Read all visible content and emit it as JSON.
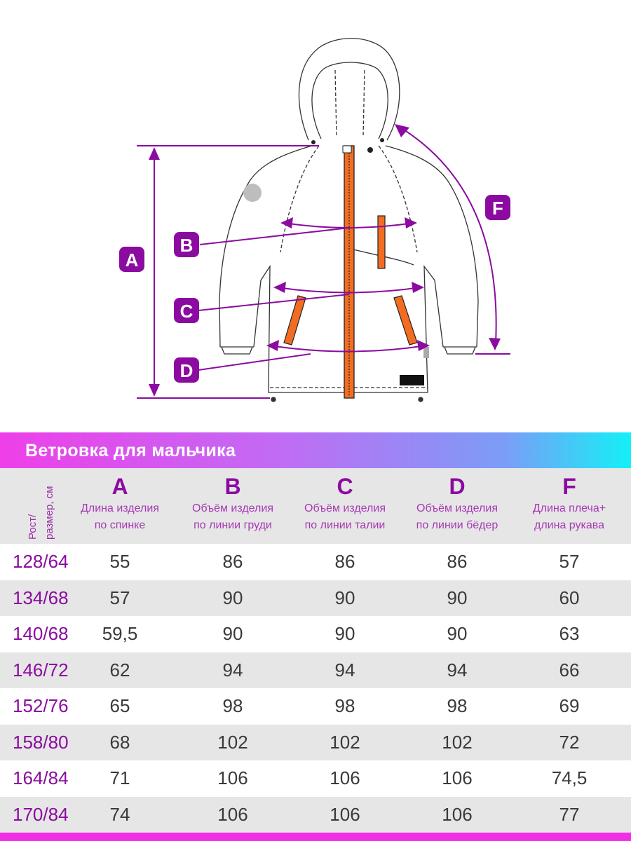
{
  "title": "Ветровка для мальчика",
  "diagram_labels": {
    "a": "A",
    "b": "B",
    "c": "C",
    "d": "D",
    "f": "F"
  },
  "header": {
    "size_col": {
      "line1": "Рост/",
      "line2": "размер, см"
    },
    "columns": [
      {
        "letter": "A",
        "line1": "Длина изделия",
        "line2": "по спинке"
      },
      {
        "letter": "B",
        "line1": "Объём изделия",
        "line2": "по линии груди"
      },
      {
        "letter": "C",
        "line1": "Объём изделия",
        "line2": "по линии талии"
      },
      {
        "letter": "D",
        "line1": "Объём изделия",
        "line2": "по линии бёдер"
      },
      {
        "letter": "F",
        "line1": "Длина плеча+",
        "line2": "длина рукава"
      }
    ]
  },
  "rows": [
    {
      "size": "128/64",
      "a": "55",
      "b": "86",
      "c": "86",
      "d": "86",
      "f": "57"
    },
    {
      "size": "134/68",
      "a": "57",
      "b": "90",
      "c": "90",
      "d": "90",
      "f": "60"
    },
    {
      "size": "140/68",
      "a": "59,5",
      "b": "90",
      "c": "90",
      "d": "90",
      "f": "63"
    },
    {
      "size": "146/72",
      "a": "62",
      "b": "94",
      "c": "94",
      "d": "94",
      "f": "66"
    },
    {
      "size": "152/76",
      "a": "65",
      "b": "98",
      "c": "98",
      "d": "98",
      "f": "69"
    },
    {
      "size": "158/80",
      "a": "68",
      "b": "102",
      "c": "102",
      "d": "102",
      "f": "72"
    },
    {
      "size": "164/84",
      "a": "71",
      "b": "106",
      "c": "106",
      "d": "106",
      "f": "74,5"
    },
    {
      "size": "170/84",
      "a": "74",
      "b": "106",
      "c": "106",
      "d": "106",
      "f": "77"
    }
  ],
  "colors": {
    "accent": "#8b0ba0",
    "zipper": "#f26d21",
    "shade": "#e6e6e6"
  }
}
